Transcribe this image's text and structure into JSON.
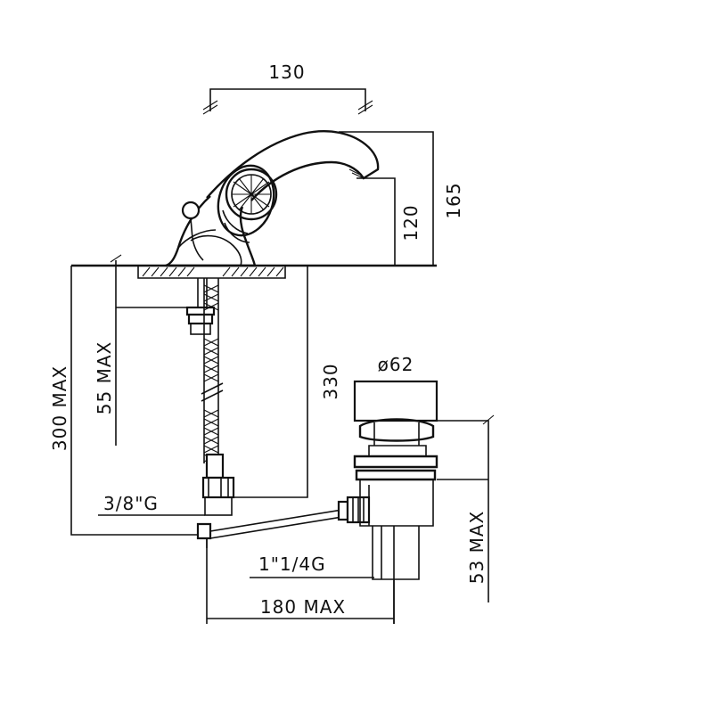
{
  "dimensions": {
    "width_top": "130",
    "height_outlet": "120",
    "height_total": "165",
    "hose_length": "330",
    "deck_thickness_max": "55 MAX",
    "pipe_depth_max": "300 MAX",
    "drain_diameter": "ø62",
    "drain_height_max": "53 MAX",
    "inlet_thread": "3/8\"G",
    "waste_thread": "1\"1/4G",
    "rod_length_max": "180 MAX"
  },
  "colors": {
    "ink": "#111111",
    "background": "#ffffff"
  }
}
